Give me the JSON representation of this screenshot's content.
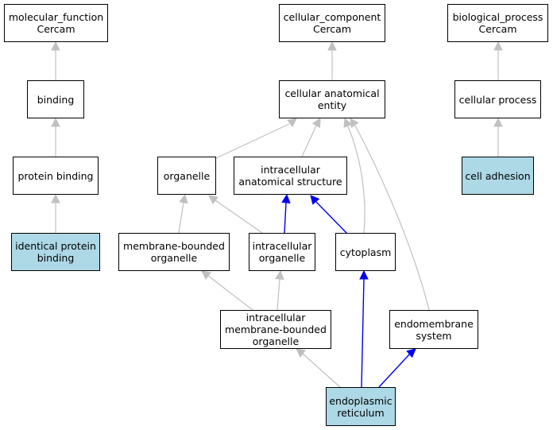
{
  "colors": {
    "highlight_fill": "#add8e6",
    "edge_gray": "#c0c0c0",
    "edge_blue": "#0000ee"
  },
  "nodes": {
    "mf": {
      "lines": [
        "molecular_function",
        "Cercam"
      ],
      "highlighted": false
    },
    "cc": {
      "lines": [
        "cellular_component",
        "Cercam"
      ],
      "highlighted": false
    },
    "bp": {
      "lines": [
        "biological_process",
        "Cercam"
      ],
      "highlighted": false
    },
    "bind": {
      "lines": [
        "binding"
      ],
      "highlighted": false
    },
    "cae": {
      "lines": [
        "cellular anatomical",
        "entity"
      ],
      "highlighted": false
    },
    "cp": {
      "lines": [
        "cellular process"
      ],
      "highlighted": false
    },
    "pb": {
      "lines": [
        "protein binding"
      ],
      "highlighted": false
    },
    "org": {
      "lines": [
        "organelle"
      ],
      "highlighted": false
    },
    "ias": {
      "lines": [
        "intracellular",
        "anatomical structure"
      ],
      "highlighted": false
    },
    "ca": {
      "lines": [
        "cell adhesion"
      ],
      "highlighted": true
    },
    "ipb": {
      "lines": [
        "identical protein",
        "binding"
      ],
      "highlighted": true
    },
    "mbo": {
      "lines": [
        "membrane-bounded",
        "organelle"
      ],
      "highlighted": false
    },
    "io": {
      "lines": [
        "intracellular",
        "organelle"
      ],
      "highlighted": false
    },
    "cyto": {
      "lines": [
        "cytoplasm"
      ],
      "highlighted": false
    },
    "imbo": {
      "lines": [
        "intracellular",
        "membrane-bounded",
        "organelle"
      ],
      "highlighted": false
    },
    "es": {
      "lines": [
        "endomembrane",
        "system"
      ],
      "highlighted": false
    },
    "er": {
      "lines": [
        "endoplasmic",
        "reticulum"
      ],
      "highlighted": true
    }
  },
  "edges": [
    {
      "from": "bind",
      "to": "mf",
      "color": "gray"
    },
    {
      "from": "pb",
      "to": "bind",
      "color": "gray"
    },
    {
      "from": "ipb",
      "to": "pb",
      "color": "gray"
    },
    {
      "from": "cae",
      "to": "cc",
      "color": "gray"
    },
    {
      "from": "cp",
      "to": "bp",
      "color": "gray"
    },
    {
      "from": "ca",
      "to": "cp",
      "color": "gray"
    },
    {
      "from": "org",
      "to": "cae",
      "color": "gray"
    },
    {
      "from": "ias",
      "to": "cae",
      "color": "gray"
    },
    {
      "from": "cyto",
      "to": "cae",
      "color": "gray"
    },
    {
      "from": "es",
      "to": "cae",
      "color": "gray"
    },
    {
      "from": "mbo",
      "to": "org",
      "color": "gray"
    },
    {
      "from": "io",
      "to": "org",
      "color": "gray"
    },
    {
      "from": "io",
      "to": "ias",
      "color": "blue"
    },
    {
      "from": "cyto",
      "to": "ias",
      "color": "blue"
    },
    {
      "from": "imbo",
      "to": "mbo",
      "color": "gray"
    },
    {
      "from": "imbo",
      "to": "io",
      "color": "gray"
    },
    {
      "from": "er",
      "to": "imbo",
      "color": "gray"
    },
    {
      "from": "er",
      "to": "cyto",
      "color": "blue"
    },
    {
      "from": "er",
      "to": "es",
      "color": "blue"
    }
  ]
}
